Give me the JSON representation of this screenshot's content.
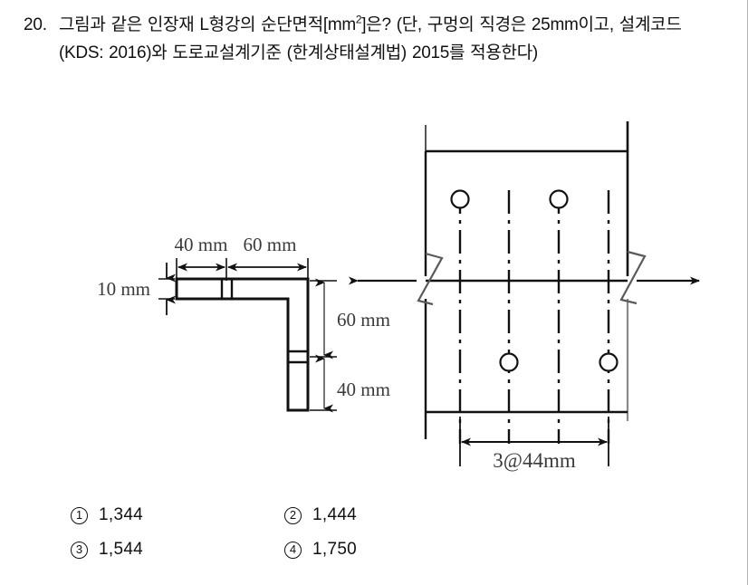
{
  "question": {
    "number": "20.",
    "text_part1": "그림과 같은 인장재 L형강의 순단면적[mm",
    "superscript": "2",
    "text_part2": "]은? (단, 구멍의 직경은 25mm이고, 설계코드(KDS: 2016)와 도로교설계기준 (한계상태설계법) 2015를 적용한다)"
  },
  "figure": {
    "angle_section": {
      "dim_top_left": "40 mm",
      "dim_top_right": "60 mm",
      "dim_thickness": "10 mm",
      "dim_right_upper": "60 mm",
      "dim_right_lower": "40 mm"
    },
    "plate_plan": {
      "dim_gauge": "3@44mm",
      "hole_count": 4,
      "centerline_count": 4
    }
  },
  "choices": [
    {
      "marker": "1",
      "label": "1,344"
    },
    {
      "marker": "2",
      "label": "1,444"
    },
    {
      "marker": "3",
      "label": "1,544"
    },
    {
      "marker": "4",
      "label": "1,750"
    }
  ]
}
